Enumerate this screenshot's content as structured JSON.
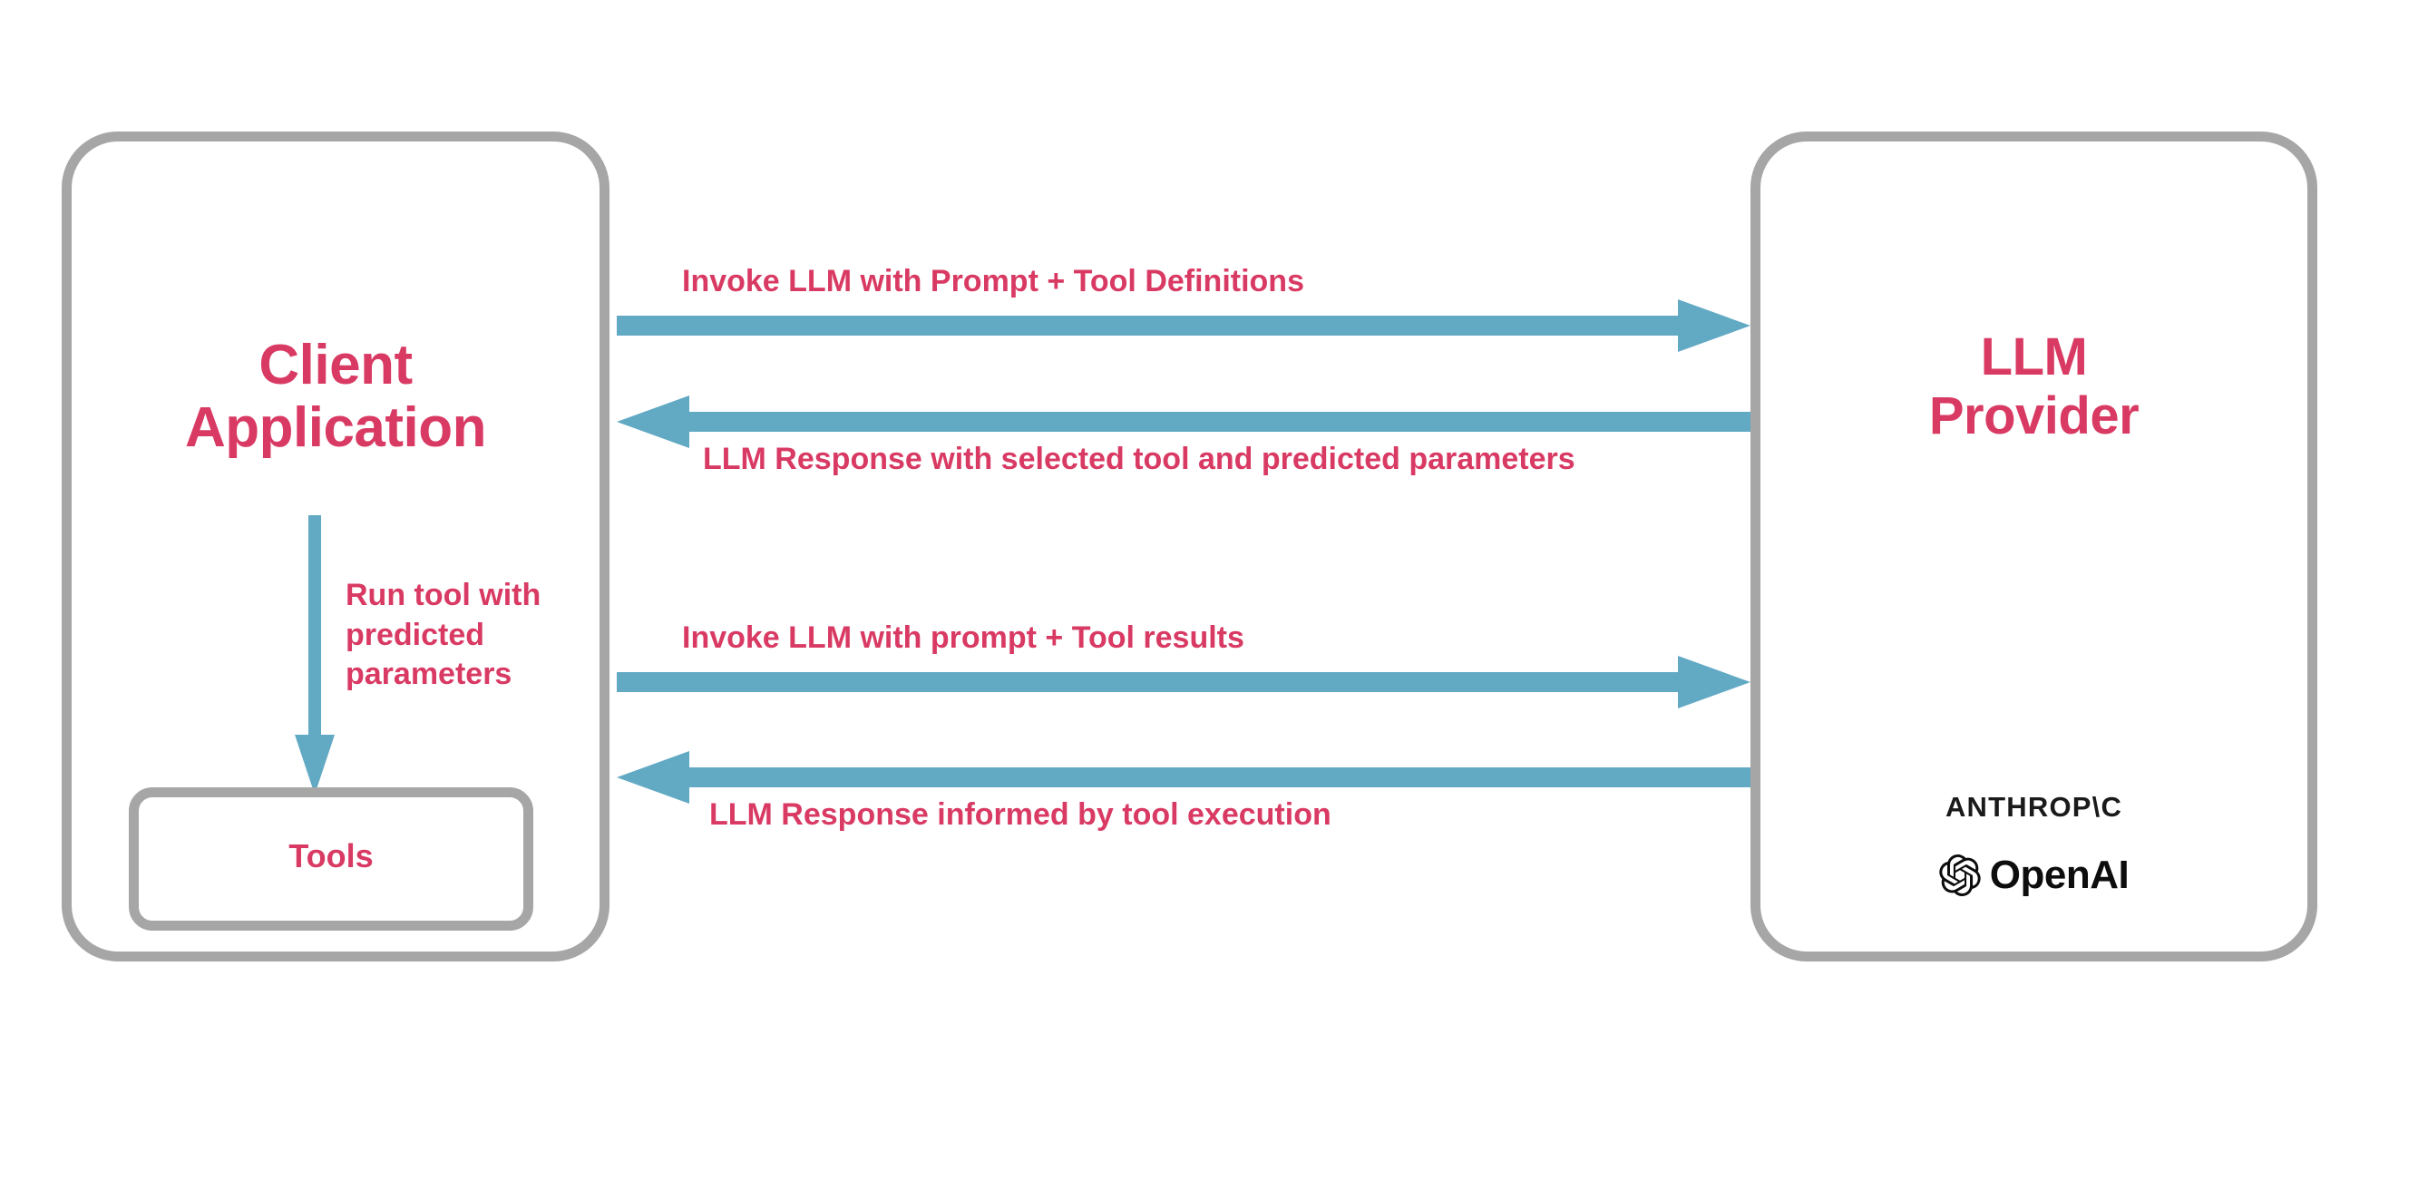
{
  "diagram": {
    "title": "LLM tool-calling sequence between client application and LLM provider",
    "colors": {
      "accent_text": "#d93a63",
      "arrow": "#62a9c4",
      "box_border": "#a6a6a6",
      "background": "#ffffff",
      "brand_text": "#1a1a1a"
    }
  },
  "client_node": {
    "title": "Client\nApplication",
    "tools": {
      "label": "Tools"
    },
    "run_tool_edge": {
      "label": "Run tool with predicted parameters",
      "direction": "down"
    }
  },
  "provider_node": {
    "title": "LLM\nProvider",
    "brands": [
      {
        "name": "ANTHROP\\C",
        "icon": "anthropic-wordmark"
      },
      {
        "name": "OpenAI",
        "icon": "openai-logo"
      }
    ]
  },
  "messages": [
    {
      "id": "invoke-tools",
      "label": "Invoke LLM with Prompt + Tool Definitions",
      "direction": "right",
      "from": "Client Application",
      "to": "LLM Provider"
    },
    {
      "id": "response-tool",
      "label": "LLM Response with selected tool and predicted parameters",
      "direction": "left",
      "from": "LLM Provider",
      "to": "Client Application"
    },
    {
      "id": "invoke-results",
      "label": "Invoke LLM with prompt + Tool results",
      "direction": "right",
      "from": "Client Application",
      "to": "LLM Provider"
    },
    {
      "id": "response-final",
      "label": "LLM Response informed by tool execution",
      "direction": "left",
      "from": "LLM Provider",
      "to": "Client Application"
    }
  ]
}
